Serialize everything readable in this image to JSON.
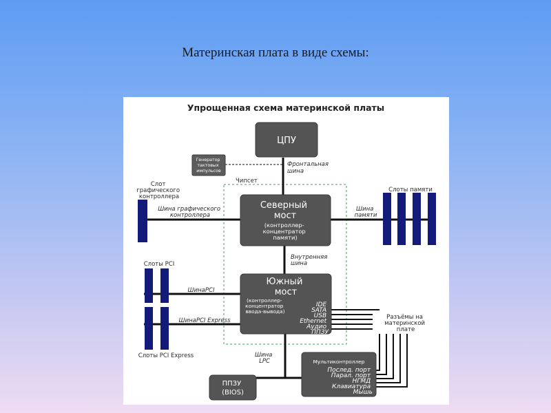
{
  "slide": {
    "title": "Материнская плата в виде схемы:"
  },
  "diagram": {
    "title": "Упрощенная схема материнской платы",
    "cpu": "ЦПУ",
    "clock": [
      "Генератор",
      "тактовых",
      "импульсов"
    ],
    "front_bus": [
      "Фронтальная",
      "шина"
    ],
    "chipset": "Чипсет",
    "graphics_slot": [
      "Слот",
      "графического",
      "контроллера"
    ],
    "graphics_bus": [
      "Шина графического",
      "контроллера"
    ],
    "memory_slots": "Слоты памяти",
    "memory_bus": [
      "Шина",
      "памяти"
    ],
    "north_bridge": {
      "title": [
        "Северный",
        "мост"
      ],
      "subtitle": [
        "(контроллер-",
        "концентратор",
        "памяти)"
      ]
    },
    "internal_bus": [
      "Внутренняя",
      "шина"
    ],
    "pci_slots": "Слоты PCI",
    "pci_bus": "ШинаPCI",
    "pcie_bus": "ШинаPCI Express",
    "pcie_slots": "Слоты PCI Express",
    "south_bridge": {
      "title": [
        "Южный",
        "мост"
      ],
      "subtitle": [
        "(контроллер-",
        "концентратор",
        "ввода-вывода)"
      ]
    },
    "south_ports": [
      "IDE",
      "SATA",
      "USB",
      "Ethernet",
      "Аудио",
      "ППЗУ"
    ],
    "onboard_connectors": [
      "Разъёмы на",
      "материнской",
      "плате"
    ],
    "lpc_bus": [
      "Шина",
      "LPC"
    ],
    "multi_controller": {
      "title": "Мультиконтроллер",
      "ports": [
        "Послед. порт",
        "Парал. порт",
        "НГМД",
        "Клавиатура",
        "Мышь"
      ]
    },
    "rom": [
      "ППЗУ",
      "(BIOS)"
    ]
  }
}
